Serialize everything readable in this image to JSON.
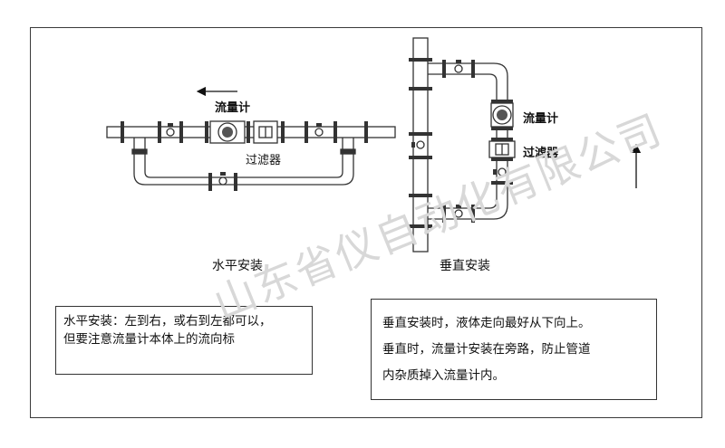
{
  "horizontal": {
    "flowmeter_label": "流量计",
    "filter_label": "过滤器",
    "caption": "水平安装"
  },
  "vertical": {
    "flowmeter_label": "流量计",
    "filter_label": "过滤器",
    "caption": "垂直安装"
  },
  "notes": {
    "left": [
      "水平安装：左到右，或右到左都可以，",
      "但要注意流量计本体上的流向标"
    ],
    "right": [
      "垂直安装时，液体走向最好从下向上。",
      "垂直时，流量计安装在旁路，防止管道",
      "内杂质掉入流量计内。"
    ]
  },
  "watermark": "山东省仪自动化有限公司",
  "icons": [
    "flow-direction-left-arrow-icon",
    "flow-direction-up-arrow-icon"
  ]
}
